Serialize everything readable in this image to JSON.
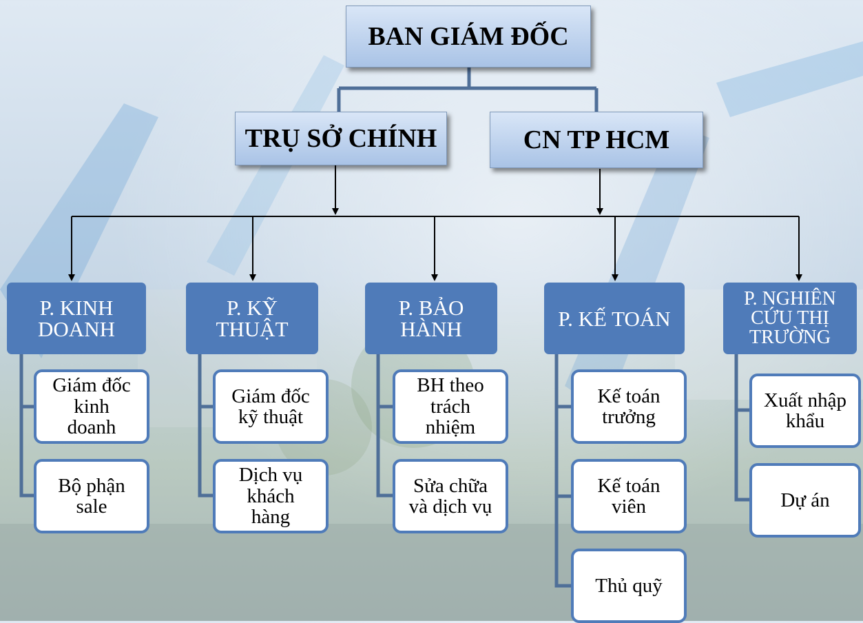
{
  "diagram": {
    "top": "BAN GIÁM ĐỐC",
    "level2": [
      "TRỤ SỞ CHÍNH",
      "CN TP HCM"
    ],
    "departments": [
      {
        "title": "P. KINH\nDOANH",
        "children": [
          "Giám đốc\nkinh\ndoanh",
          "Bộ phận\nsale"
        ]
      },
      {
        "title": "P. KỸ\nTHUẬT",
        "children": [
          "Giám đốc\nkỹ thuật",
          "Dịch vụ\nkhách\nhàng"
        ]
      },
      {
        "title": "P. BẢO\nHÀNH",
        "children": [
          "BH theo\ntrách\nnhiệm",
          "Sửa chữa\nvà dịch vụ"
        ]
      },
      {
        "title": "P. KẾ TOÁN",
        "children": [
          "Kế toán\ntrưởng",
          "Kế toán\nviên",
          "Thủ quỹ"
        ]
      },
      {
        "title": "P. NGHIÊN\nCỨU THỊ\nTRƯỜNG",
        "children": [
          "Xuất nhập\nkhẩu",
          "Dự án"
        ]
      }
    ]
  },
  "colors": {
    "dept_fill": "#4f7bb9",
    "connector": "#4f6f98",
    "arrow": "#000000"
  }
}
